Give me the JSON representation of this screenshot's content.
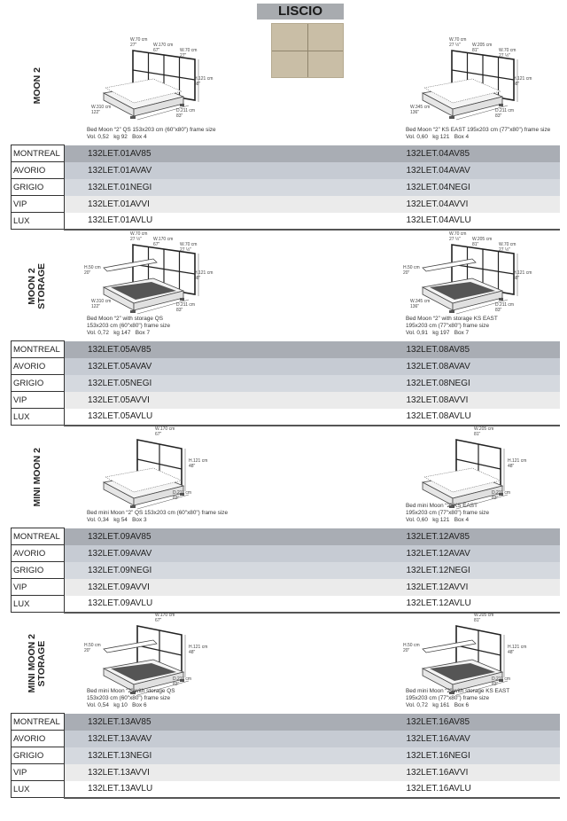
{
  "header": {
    "title": "LISCIO",
    "swatch_color": "#c9bea6"
  },
  "sections": [
    {
      "label": "MOON 2",
      "kind": "full",
      "storage": false,
      "left": {
        "dims": {
          "w_left": "W.70 cm\n27\"",
          "w_mid": "W.170 cm\n67\"",
          "w_right": "W.70 cm\n27\"",
          "h": "H.121 cm\n48\"",
          "w_total": "W.310 cm\n122\"",
          "d": "D.211 cm\n83\""
        },
        "caption": [
          "Bed Moon “2” QS 153x203 cm (60\"x80\") frame size",
          "Vol. 0,52   kg 92   Box 4"
        ]
      },
      "right": {
        "dims": {
          "w_left": "W.70 cm\n27 ½\"",
          "w_mid": "W.205 cm\n81\"",
          "w_right": "W.70 cm\n27 ½\"",
          "h": "H.121 cm\n48\"",
          "w_total": "W.345 cm\n136\"",
          "d": "D.211 cm\n83\""
        },
        "caption": [
          "Bed Moon “2” KS EAST 195x203 cm (77\"x80\") frame size",
          "Vol. 0,60   kg 121   Box 4"
        ]
      },
      "rows": [
        [
          "MONTREAL",
          "132LET.01AV85",
          "132LET.04AV85"
        ],
        [
          "AVORIO",
          "132LET.01AVAV",
          "132LET.04AVAV"
        ],
        [
          "GRIGIO",
          "132LET.01NEGI",
          "132LET.04NEGI"
        ],
        [
          "VIP",
          "132LET.01AVVI",
          "132LET.04AVVI"
        ],
        [
          "LUX",
          "132LET.01AVLU",
          "132LET.04AVLU"
        ]
      ]
    },
    {
      "label": "MOON 2\nSTORAGE",
      "kind": "full",
      "storage": true,
      "left": {
        "dims": {
          "w_left": "W.70 cm\n27 ½\"",
          "w_mid": "W.170 cm\n67\"",
          "w_right": "W.70 cm\n27 ½\"",
          "h_storage": "H.50 cm\n20\"",
          "h": "H.121 cm\n48\"",
          "w_total": "W.310 cm\n122\"",
          "d": "D.211 cm\n83\""
        },
        "caption": [
          "Bed Moon “2” with storage QS",
          "153x203 cm (60\"x80\") frame size",
          "Vol. 0,72   kg 147   Box 7"
        ]
      },
      "right": {
        "dims": {
          "w_left": "W.70 cm\n27 ½\"",
          "w_mid": "W.205 cm\n81\"",
          "w_right": "W.70 cm\n27 ½\"",
          "h_storage": "H.50 cm\n20\"",
          "h": "H.121 cm\n48\"",
          "w_total": "W.345 cm\n136\"",
          "d": "D.211 cm\n83\""
        },
        "caption": [
          "Bed Moon “2” with storage KS EAST",
          "195x203 cm (77\"x80\") frame size",
          "Vol. 0,91   kg 197   Box 7"
        ]
      },
      "rows": [
        [
          "MONTREAL",
          "132LET.05AV85",
          "132LET.08AV85"
        ],
        [
          "AVORIO",
          "132LET.05AVAV",
          "132LET.08AVAV"
        ],
        [
          "GRIGIO",
          "132LET.05NEGI",
          "132LET.08NEGI"
        ],
        [
          "VIP",
          "132LET.05AVVI",
          "132LET.08AVVI"
        ],
        [
          "LUX",
          "132LET.05AVLU",
          "132LET.08AVLU"
        ]
      ]
    },
    {
      "label": "MINI MOON 2",
      "kind": "mini",
      "storage": false,
      "left": {
        "dims": {
          "w_mid": "W.170 cm\n67\"",
          "h": "H.121 cm\n48\"",
          "d": "D.211 cm\n83\""
        },
        "caption": [
          "Bed mini Moon “2” QS 153x203 cm (60\"x80\") frame size",
          "Vol. 0,34   kg 54   Box 3"
        ]
      },
      "right": {
        "dims": {
          "w_mid": "W.205 cm\n81\"",
          "h": "H.121 cm\n48\"",
          "d": "D.211 cm\n83\""
        },
        "caption": [
          "Bed mini Moon “2” KS EAST",
          "195x203 cm (77\"x80\") frame size",
          "Vol. 0,60   kg 121   Box 4"
        ]
      },
      "rows": [
        [
          "MONTREAL",
          "132LET.09AV85",
          "132LET.12AV85"
        ],
        [
          "AVORIO",
          "132LET.09AVAV",
          "132LET.12AVAV"
        ],
        [
          "GRIGIO",
          "132LET.09NEGI",
          "132LET.12NEGI"
        ],
        [
          "VIP",
          "132LET.09AVVI",
          "132LET.12AVVI"
        ],
        [
          "LUX",
          "132LET.09AVLU",
          "132LET.12AVLU"
        ]
      ]
    },
    {
      "label": "MINI MOON 2\nSTORAGE",
      "kind": "mini",
      "storage": true,
      "left": {
        "dims": {
          "w_mid": "W.170 cm\n67\"",
          "h_storage": "H.50 cm\n20\"",
          "h": "H.121 cm\n48\"",
          "d": "D.211 cm\n83\""
        },
        "caption": [
          "Bed mini Moon “2” with storage QS",
          "153x203 cm (60\"x80\") frame size",
          "Vol. 0,54   kg 10   Box 6"
        ]
      },
      "right": {
        "dims": {
          "w_mid": "W.205 cm\n81\"",
          "h_storage": "H.50 cm\n20\"",
          "h": "H.121 cm\n48\"",
          "d": "D.211 cm\n83\""
        },
        "caption": [
          "Bed mini Moon “2” with storage KS EAST",
          "195x203 cm (77\"x80\") frame size",
          "Vol. 0,72   kg 161   Box 6"
        ]
      },
      "rows": [
        [
          "MONTREAL",
          "132LET.13AV85",
          "132LET.16AV85"
        ],
        [
          "AVORIO",
          "132LET.13AVAV",
          "132LET.16AVAV"
        ],
        [
          "GRIGIO",
          "132LET.13NEGI",
          "132LET.16NEGI"
        ],
        [
          "VIP",
          "132LET.13AVVI",
          "132LET.16AVVI"
        ],
        [
          "LUX",
          "132LET.13AVLU",
          "132LET.16AVLU"
        ]
      ]
    }
  ]
}
